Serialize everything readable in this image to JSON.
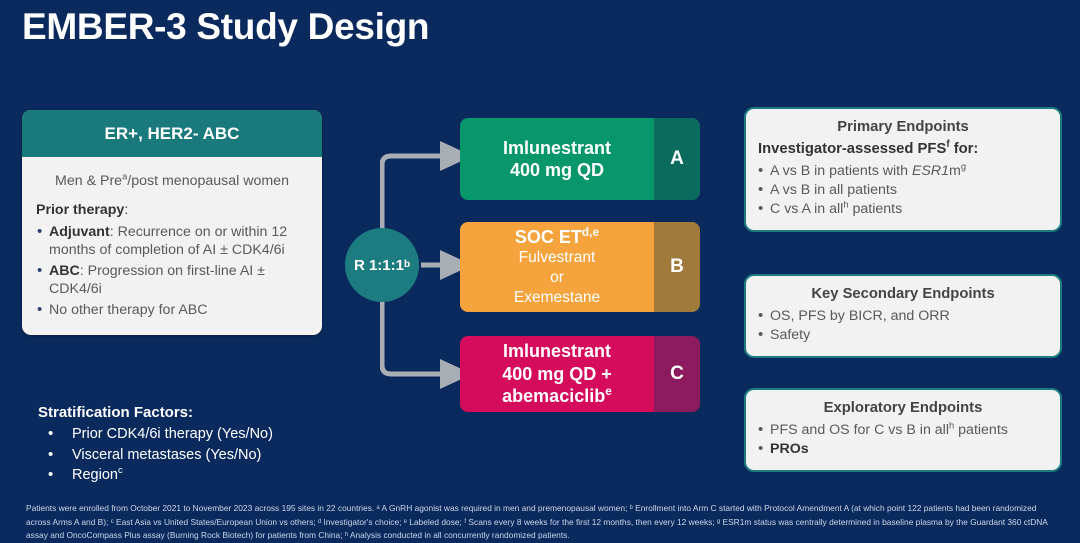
{
  "title": "EMBER-3 Study Design",
  "population": {
    "header": "ER+, HER2- ABC",
    "intro_pre": "Men & Pre",
    "intro_sup": "a",
    "intro_post": "/post menopausal women",
    "prior_label": "Prior therapy",
    "prior_colon": ":",
    "items": [
      {
        "bold": "Adjuvant",
        "rest": ": Recurrence on or within 12 months of completion of AI ± CDK4/6i"
      },
      {
        "bold": "ABC",
        "rest": ": Progression on first-line AI ± CDK4/6i"
      },
      {
        "bold": "",
        "rest": "No other therapy for ABC"
      }
    ]
  },
  "stratification": {
    "title": "Stratification Factors:",
    "items": [
      {
        "text": "Prior CDK4/6i therapy (Yes/No)",
        "sup": ""
      },
      {
        "text": "Visceral metastases (Yes/No)",
        "sup": ""
      },
      {
        "text": "Region",
        "sup": "c"
      }
    ]
  },
  "randomization": {
    "label": "R 1:1:1",
    "sup": "b"
  },
  "arms": [
    {
      "id": "arm-a",
      "letter": "A",
      "title": "Imlunestrant",
      "title_sup": "",
      "sub_lines": [
        "400 mg QD"
      ],
      "sub_sup": "",
      "bold_sub": true,
      "color": "#07976A",
      "letter_color": "#0B6B5E"
    },
    {
      "id": "arm-b",
      "letter": "B",
      "title": "SOC ET",
      "title_sup": "d,e",
      "sub_lines": [
        "Fulvestrant",
        "or",
        "Exemestane"
      ],
      "sub_sup": "",
      "bold_sub": false,
      "color": "#F5A33C",
      "letter_color": "#A07A3A"
    },
    {
      "id": "arm-c",
      "letter": "C",
      "title": "Imlunestrant",
      "title_sup": "",
      "sub_lines": [
        "400 mg QD +",
        "abemaciclib"
      ],
      "sub_sup": "e",
      "bold_sub": true,
      "color": "#D50B5C",
      "letter_color": "#8B1A5E"
    }
  ],
  "endpoints": {
    "primary": {
      "title": "Primary Endpoints",
      "subtitle_pre": "Investigator-assessed PFS",
      "subtitle_sup": "f",
      "subtitle_post": " for:",
      "items": [
        {
          "pre": "A vs B in patients with ",
          "italic": "ESR1",
          "mid": "m",
          "sup": "g",
          "post": ""
        },
        {
          "pre": "A vs B in all patients",
          "italic": "",
          "mid": "",
          "sup": "",
          "post": ""
        },
        {
          "pre": "C vs A in all",
          "italic": "",
          "mid": "",
          "sup": "h",
          "post": " patients"
        }
      ]
    },
    "secondary": {
      "title": "Key Secondary Endpoints",
      "items": [
        {
          "pre": "OS, PFS by BICR, and ORR",
          "italic": "",
          "mid": "",
          "sup": "",
          "post": "",
          "bold": false
        },
        {
          "pre": "Safety",
          "italic": "",
          "mid": "",
          "sup": "",
          "post": "",
          "bold": false
        }
      ]
    },
    "exploratory": {
      "title": "Exploratory Endpoints",
      "items": [
        {
          "pre": "PFS and OS for C vs B in all",
          "italic": "",
          "mid": "",
          "sup": "h",
          "post": " patients",
          "bold": false
        },
        {
          "pre": "PROs",
          "italic": "",
          "mid": "",
          "sup": "",
          "post": "",
          "bold": true
        }
      ]
    }
  },
  "footnotes": "Patients were enrolled from October 2021 to November 2023 across 195 sites in 22 countries. ᵃ A GnRH agonist was required in men and premenopausal women; ᵇ Enrollment into Arm C started with Protocol Amendment A (at which point 122 patients had been randomized across Arms A and B); ᶜ East Asia vs United States/European Union vs others; ᵈ Investigator's choice; ᵉ Labeled dose; ᶠ Scans every 8 weeks for the first 12 months, then every 12 weeks; ᵍ ESR1m status was centrally determined in baseline plasma by the Guardant 360 ctDNA assay and OncoCompass Plus assay (Burning Rock Biotech) for patients from China; ʰ Analysis conducted in all concurrently randomized patients.",
  "colors": {
    "background": "#0a2a5e",
    "teal": "#1C7C80",
    "green": "#07976A",
    "orange": "#F5A33C",
    "pink": "#D50B5C",
    "connector": "#A8AEB4"
  }
}
